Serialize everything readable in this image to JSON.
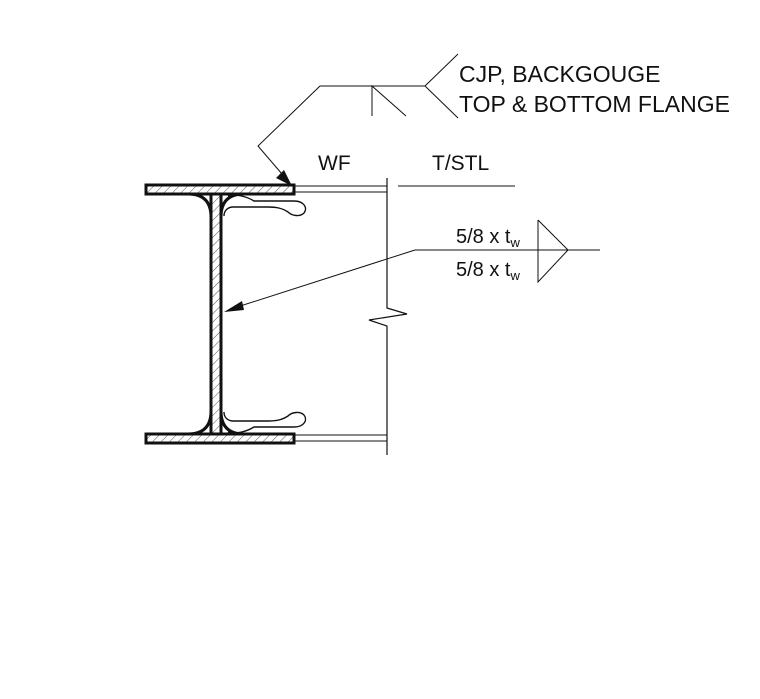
{
  "weld_note": {
    "line1": "CJP, BACKGOUGE",
    "line2": "TOP & BOTTOM FLANGE"
  },
  "member_labels": {
    "wf": "WF",
    "tstl": "T/STL"
  },
  "fillet_weld": {
    "arrow_side": {
      "size": "5/8 x t",
      "subscript": "w"
    },
    "other_side": {
      "size": "5/8 x t",
      "subscript": "w"
    }
  },
  "colors": {
    "line": "#111111",
    "background": "#ffffff"
  }
}
